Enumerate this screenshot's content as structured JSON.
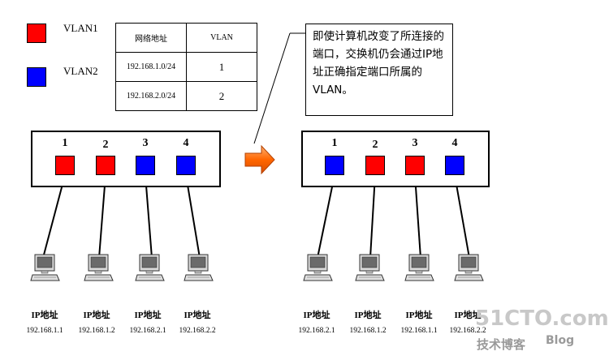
{
  "legend": [
    {
      "label": "VLAN1",
      "color": "#ff0000"
    },
    {
      "label": "VLAN2",
      "color": "#0000ff"
    }
  ],
  "table": {
    "headers": [
      "网络地址",
      "VLAN"
    ],
    "rows": [
      [
        "192.168.1.0/24",
        "1"
      ],
      [
        "192.168.2.0/24",
        "2"
      ]
    ]
  },
  "note": "即使计算机改变了所连接的端口，交换机仍会通过IP地址正确指定端口所属的VLAN。",
  "arrow_color": "#ff6600",
  "left_switch": {
    "ports": [
      {
        "num": "1",
        "color": "#ff0000"
      },
      {
        "num": "2",
        "color": "#ff0000"
      },
      {
        "num": "3",
        "color": "#0000ff"
      },
      {
        "num": "4",
        "color": "#0000ff"
      }
    ],
    "pcs": [
      {
        "label": "IP地址",
        "ip": "192.168.1.1"
      },
      {
        "label": "IP地址",
        "ip": "192.168.1.2"
      },
      {
        "label": "IP地址",
        "ip": "192.168.2.1"
      },
      {
        "label": "IP地址",
        "ip": "192.168.2.2"
      }
    ]
  },
  "right_switch": {
    "ports": [
      {
        "num": "1",
        "color": "#0000ff"
      },
      {
        "num": "2",
        "color": "#ff0000"
      },
      {
        "num": "3",
        "color": "#ff0000"
      },
      {
        "num": "4",
        "color": "#0000ff"
      }
    ],
    "pcs": [
      {
        "label": "IP地址",
        "ip": "192.168.2.1"
      },
      {
        "label": "IP地址",
        "ip": "192.168.1.2"
      },
      {
        "label": "IP地址",
        "ip": "192.168.1.1"
      },
      {
        "label": "IP地址",
        "ip": "192.168.2.2"
      }
    ]
  },
  "watermark": {
    "site": "51CTO.com",
    "subtitle": "技术博客",
    "blog": "Blog"
  }
}
